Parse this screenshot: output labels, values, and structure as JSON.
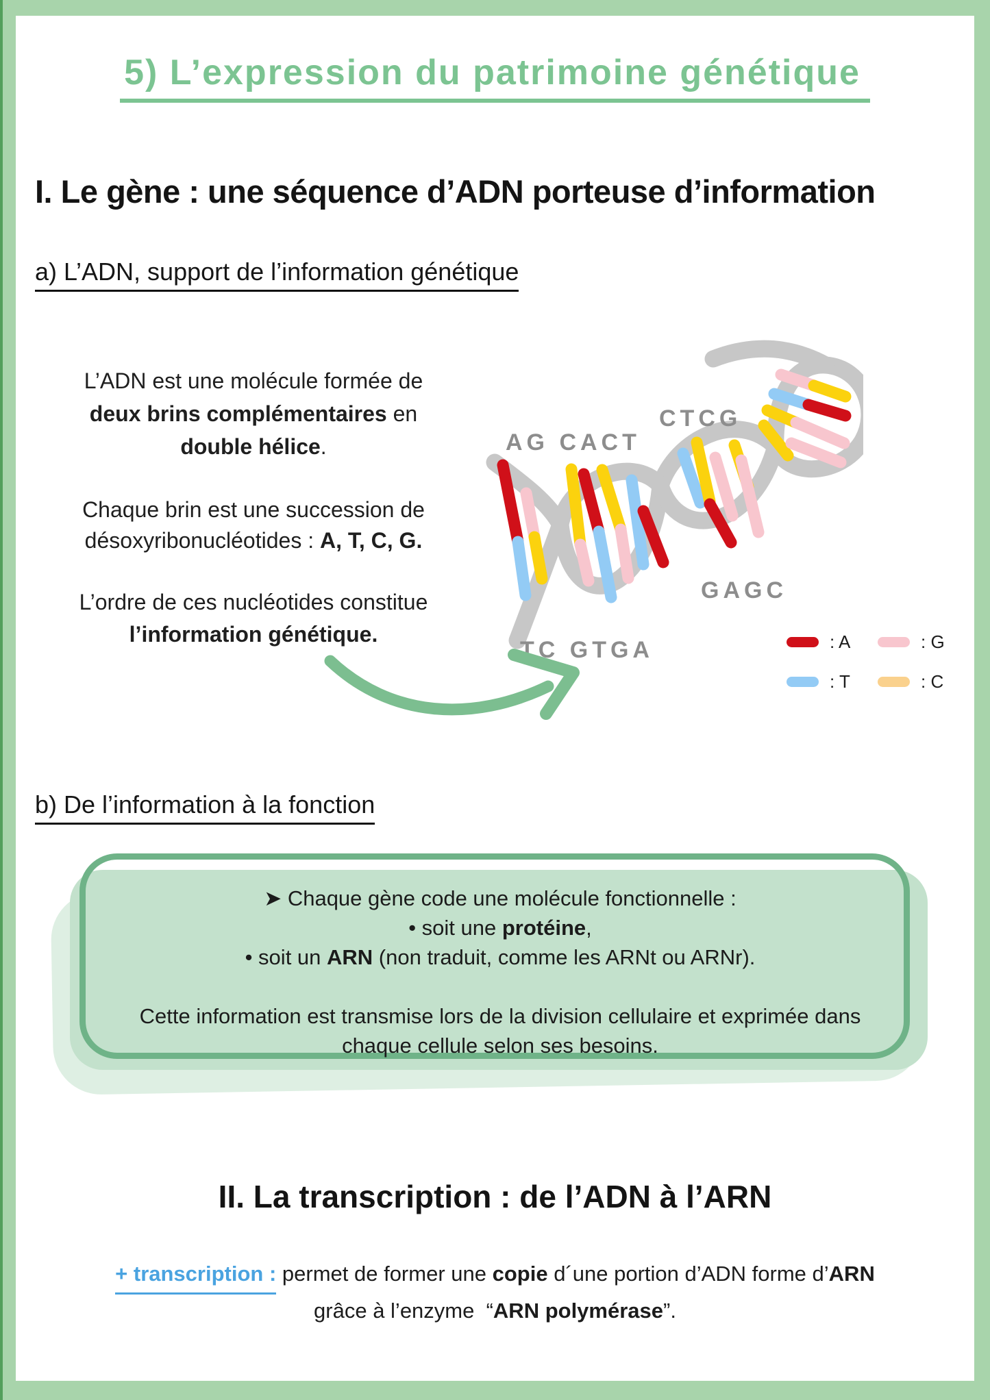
{
  "page": {
    "title": "5) L’expression du patrimoine génétique",
    "colors": {
      "frame_green": "#a8d4ab",
      "frame_edge_green": "#539f5c",
      "title_green": "#7cc492",
      "arrow_green": "#7cbe90",
      "box_fill_green": "#c3e1cc",
      "box_outline_green": "#6fb388",
      "term_blue": "#4aa3e0",
      "ribbon_gray": "#c7c7c7",
      "label_gray": "#8d8d8d",
      "base_a_red": "#d01019",
      "base_g_pink": "#f8c6ce",
      "base_t_blue": "#93cbf5",
      "base_c_yellow": "#fbd20e"
    }
  },
  "section1": {
    "heading": "I. Le gène : une séquence d’ADN porteuse d’information",
    "sub_a_heading": "a) L’ADN, support de l’information génétique",
    "paragraph1": {
      "l1": "L’ADN est une molécule formée de",
      "l2_bold": "deux brins complémentaires",
      "l2_rest": " en",
      "l3_bold": "double hélice",
      "l3_rest": "."
    },
    "paragraph2": {
      "l1": "Chaque brin est une succession de",
      "l2_pre": "désoxyribonucléotides : ",
      "l2_bold": "A, T, C, G."
    },
    "paragraph3": {
      "l1": "L’ordre de ces nucléotides constitue",
      "l2_bold": "l’information génétique."
    },
    "sub_b_heading": "b) De l’information à la fonction",
    "info_box": {
      "l1": "➤ Chaque gène code une molécule fonctionnelle :",
      "l2_pre": "• soit une ",
      "l2_bold": "protéine",
      "l2_post": ",",
      "l3_pre": "• soit un ",
      "l3_bold": "ARN",
      "l3_post": " (non traduit, comme les ARNt ou ARNr).",
      "l4": "Cette information est transmise lors de la division cellulaire et exprimée dans",
      "l5": "chaque cellule selon ses besoins."
    }
  },
  "dna_diagram": {
    "labels": {
      "top_left": "AG CACT",
      "top_right": "CTCG",
      "bottom_right": "GAGC",
      "bottom_left": "TC GTGA"
    },
    "legend": [
      {
        "label": ": A",
        "color": "#d01019"
      },
      {
        "label": ": G",
        "color": "#f8c6ce"
      },
      {
        "label": ": T",
        "color": "#93cbf5"
      },
      {
        "label": ": C",
        "color": "#fad18d"
      }
    ]
  },
  "section2": {
    "heading": "II. La transcription : de l’ADN à l’ARN",
    "definition": {
      "term": "+ transcription :",
      "t1": " permet de former une ",
      "t1_bold": "copie",
      "t2": " d´une portion d’ADN forme d’",
      "t2_bold": "ARN",
      "l2_pre": "grâce à l’enzyme  “",
      "l2_bold": "ARN polymérase",
      "l2_post": "”."
    }
  }
}
